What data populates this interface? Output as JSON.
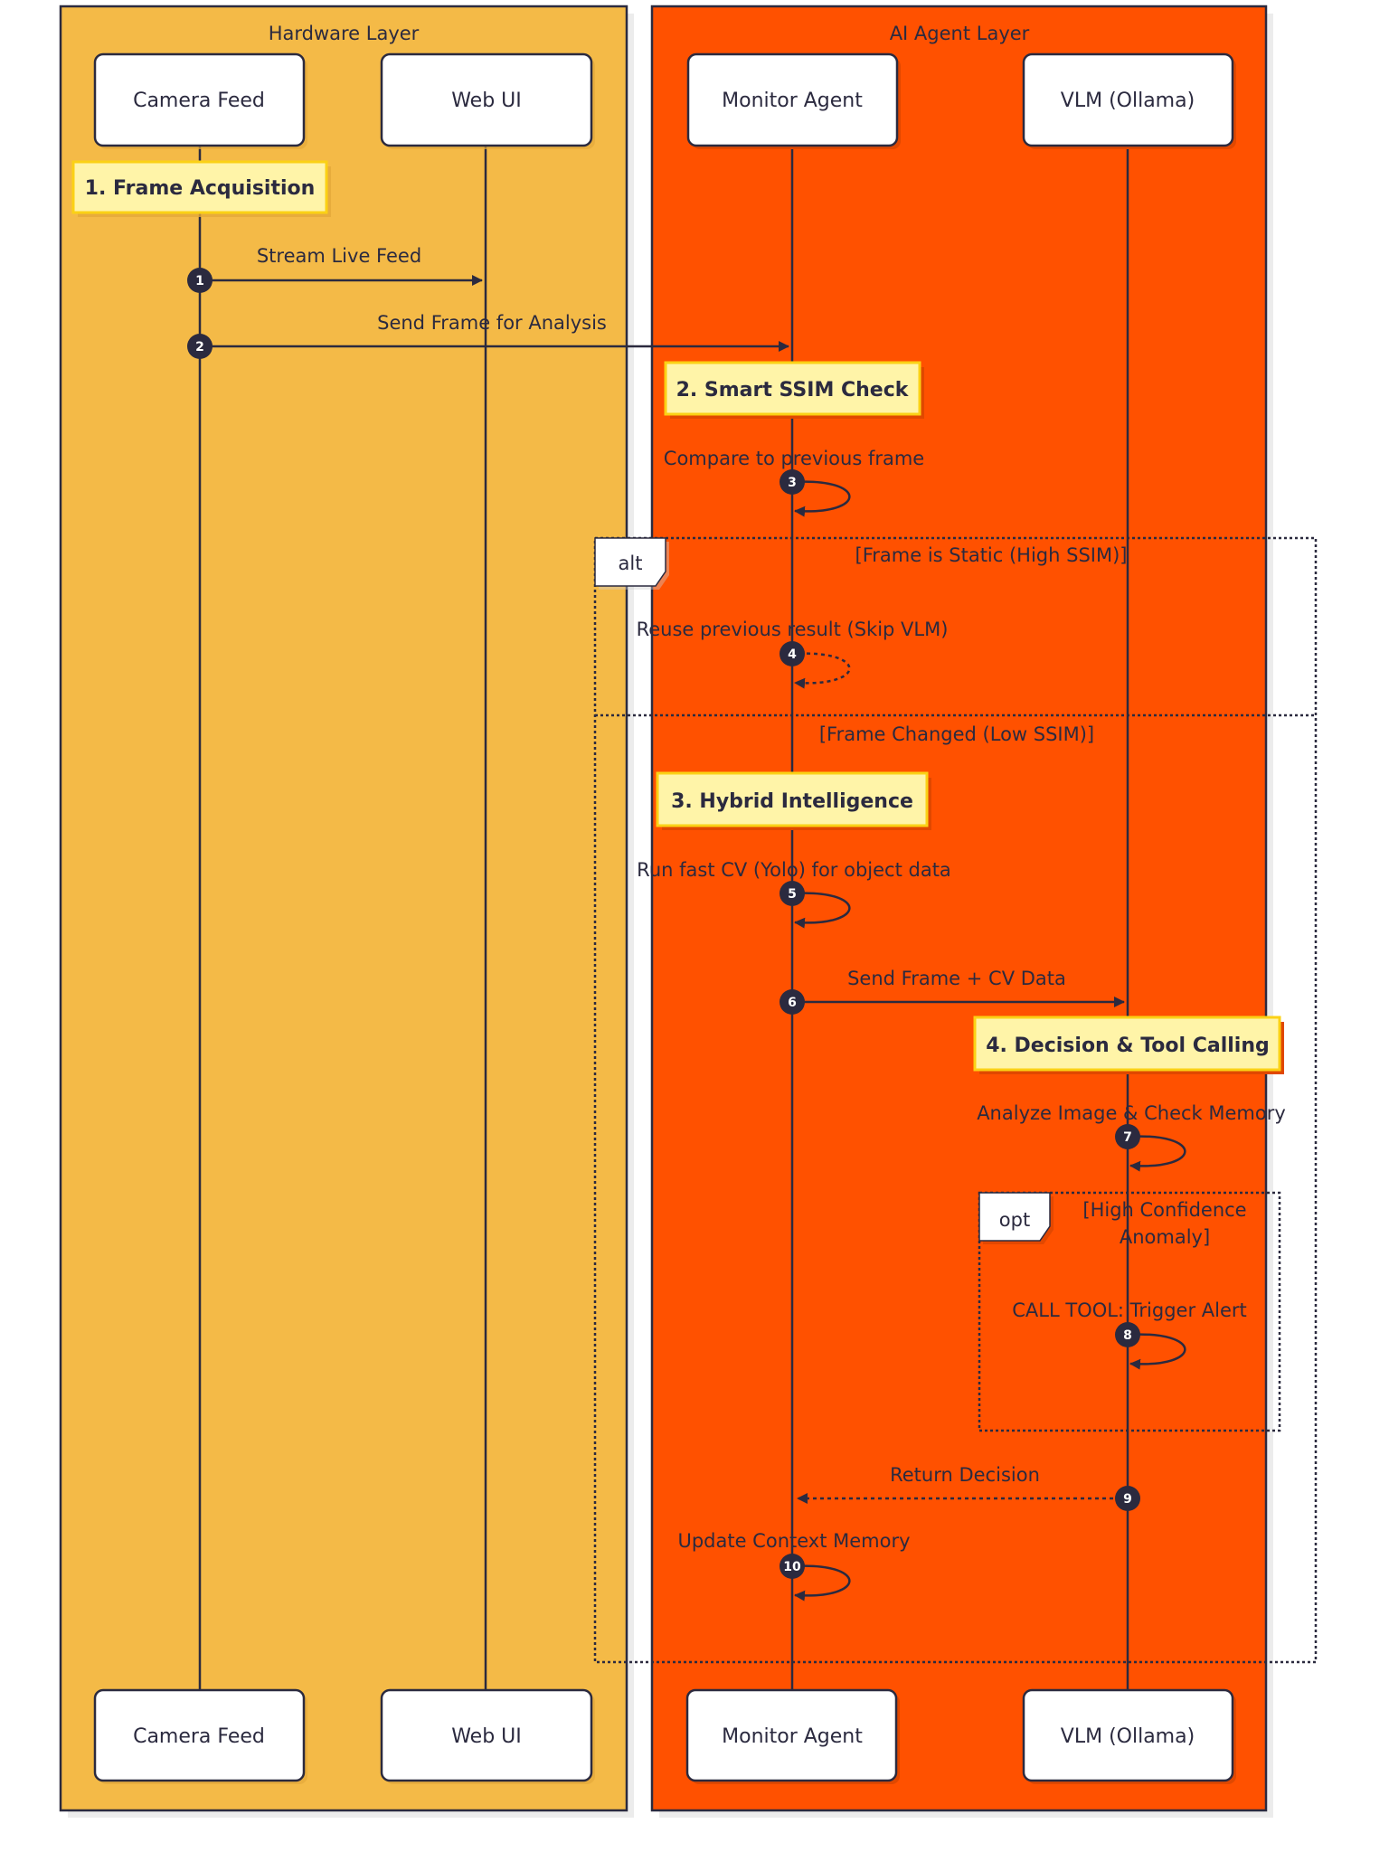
{
  "diagram": {
    "type": "sequence",
    "colors": {
      "hardware_layer": "#f4ba47",
      "ai_layer": "#ff5100",
      "note_fill": "#fff4a8",
      "note_border": "#fbd115",
      "ink": "#2b2a3f",
      "actor_fill": "#ffffff"
    },
    "layers": [
      {
        "id": "hardware",
        "label": "Hardware Layer"
      },
      {
        "id": "ai",
        "label": "AI Agent Layer"
      }
    ],
    "actors": [
      {
        "id": "camera",
        "label": "Camera Feed",
        "layer": "hardware"
      },
      {
        "id": "webui",
        "label": "Web UI",
        "layer": "hardware"
      },
      {
        "id": "monitor",
        "label": "Monitor Agent",
        "layer": "ai"
      },
      {
        "id": "vlm",
        "label": "VLM (Ollama)",
        "layer": "ai"
      }
    ],
    "notes": [
      {
        "label": "1. Frame Acquisition",
        "over": "camera"
      },
      {
        "label": "2. Smart SSIM Check",
        "over": "monitor"
      },
      {
        "label": "3. Hybrid Intelligence",
        "over": "monitor"
      },
      {
        "label": "4. Decision & Tool Calling",
        "over": "vlm"
      }
    ],
    "messages": [
      {
        "num": "1",
        "from": "camera",
        "to": "webui",
        "label": "Stream Live Feed",
        "style": "solid"
      },
      {
        "num": "2",
        "from": "camera",
        "to": "monitor",
        "label": "Send Frame for Analysis",
        "style": "solid"
      },
      {
        "num": "3",
        "from": "monitor",
        "to": "monitor",
        "label": "Compare to previous frame",
        "style": "solid"
      },
      {
        "num": "4",
        "from": "monitor",
        "to": "monitor",
        "label": "Reuse previous result (Skip VLM)",
        "style": "dashed"
      },
      {
        "num": "5",
        "from": "monitor",
        "to": "monitor",
        "label": "Run fast CV (Yolo) for object data",
        "style": "solid"
      },
      {
        "num": "6",
        "from": "monitor",
        "to": "vlm",
        "label": "Send Frame + CV Data",
        "style": "solid"
      },
      {
        "num": "7",
        "from": "vlm",
        "to": "vlm",
        "label": "Analyze Image & Check Memory",
        "style": "solid"
      },
      {
        "num": "8",
        "from": "vlm",
        "to": "vlm",
        "label": "CALL TOOL: Trigger Alert",
        "style": "solid"
      },
      {
        "num": "9",
        "from": "vlm",
        "to": "monitor",
        "label": "Return Decision",
        "style": "dashed"
      },
      {
        "num": "10",
        "from": "monitor",
        "to": "monitor",
        "label": "Update Context Memory",
        "style": "solid"
      }
    ],
    "fragments": [
      {
        "kind": "alt",
        "label": "alt",
        "guards": [
          "[Frame is Static (High SSIM)]",
          "[Frame Changed (Low SSIM)]"
        ]
      },
      {
        "kind": "opt",
        "label": "opt",
        "guards": [
          "[High Confidence",
          "Anomaly]"
        ]
      }
    ]
  }
}
